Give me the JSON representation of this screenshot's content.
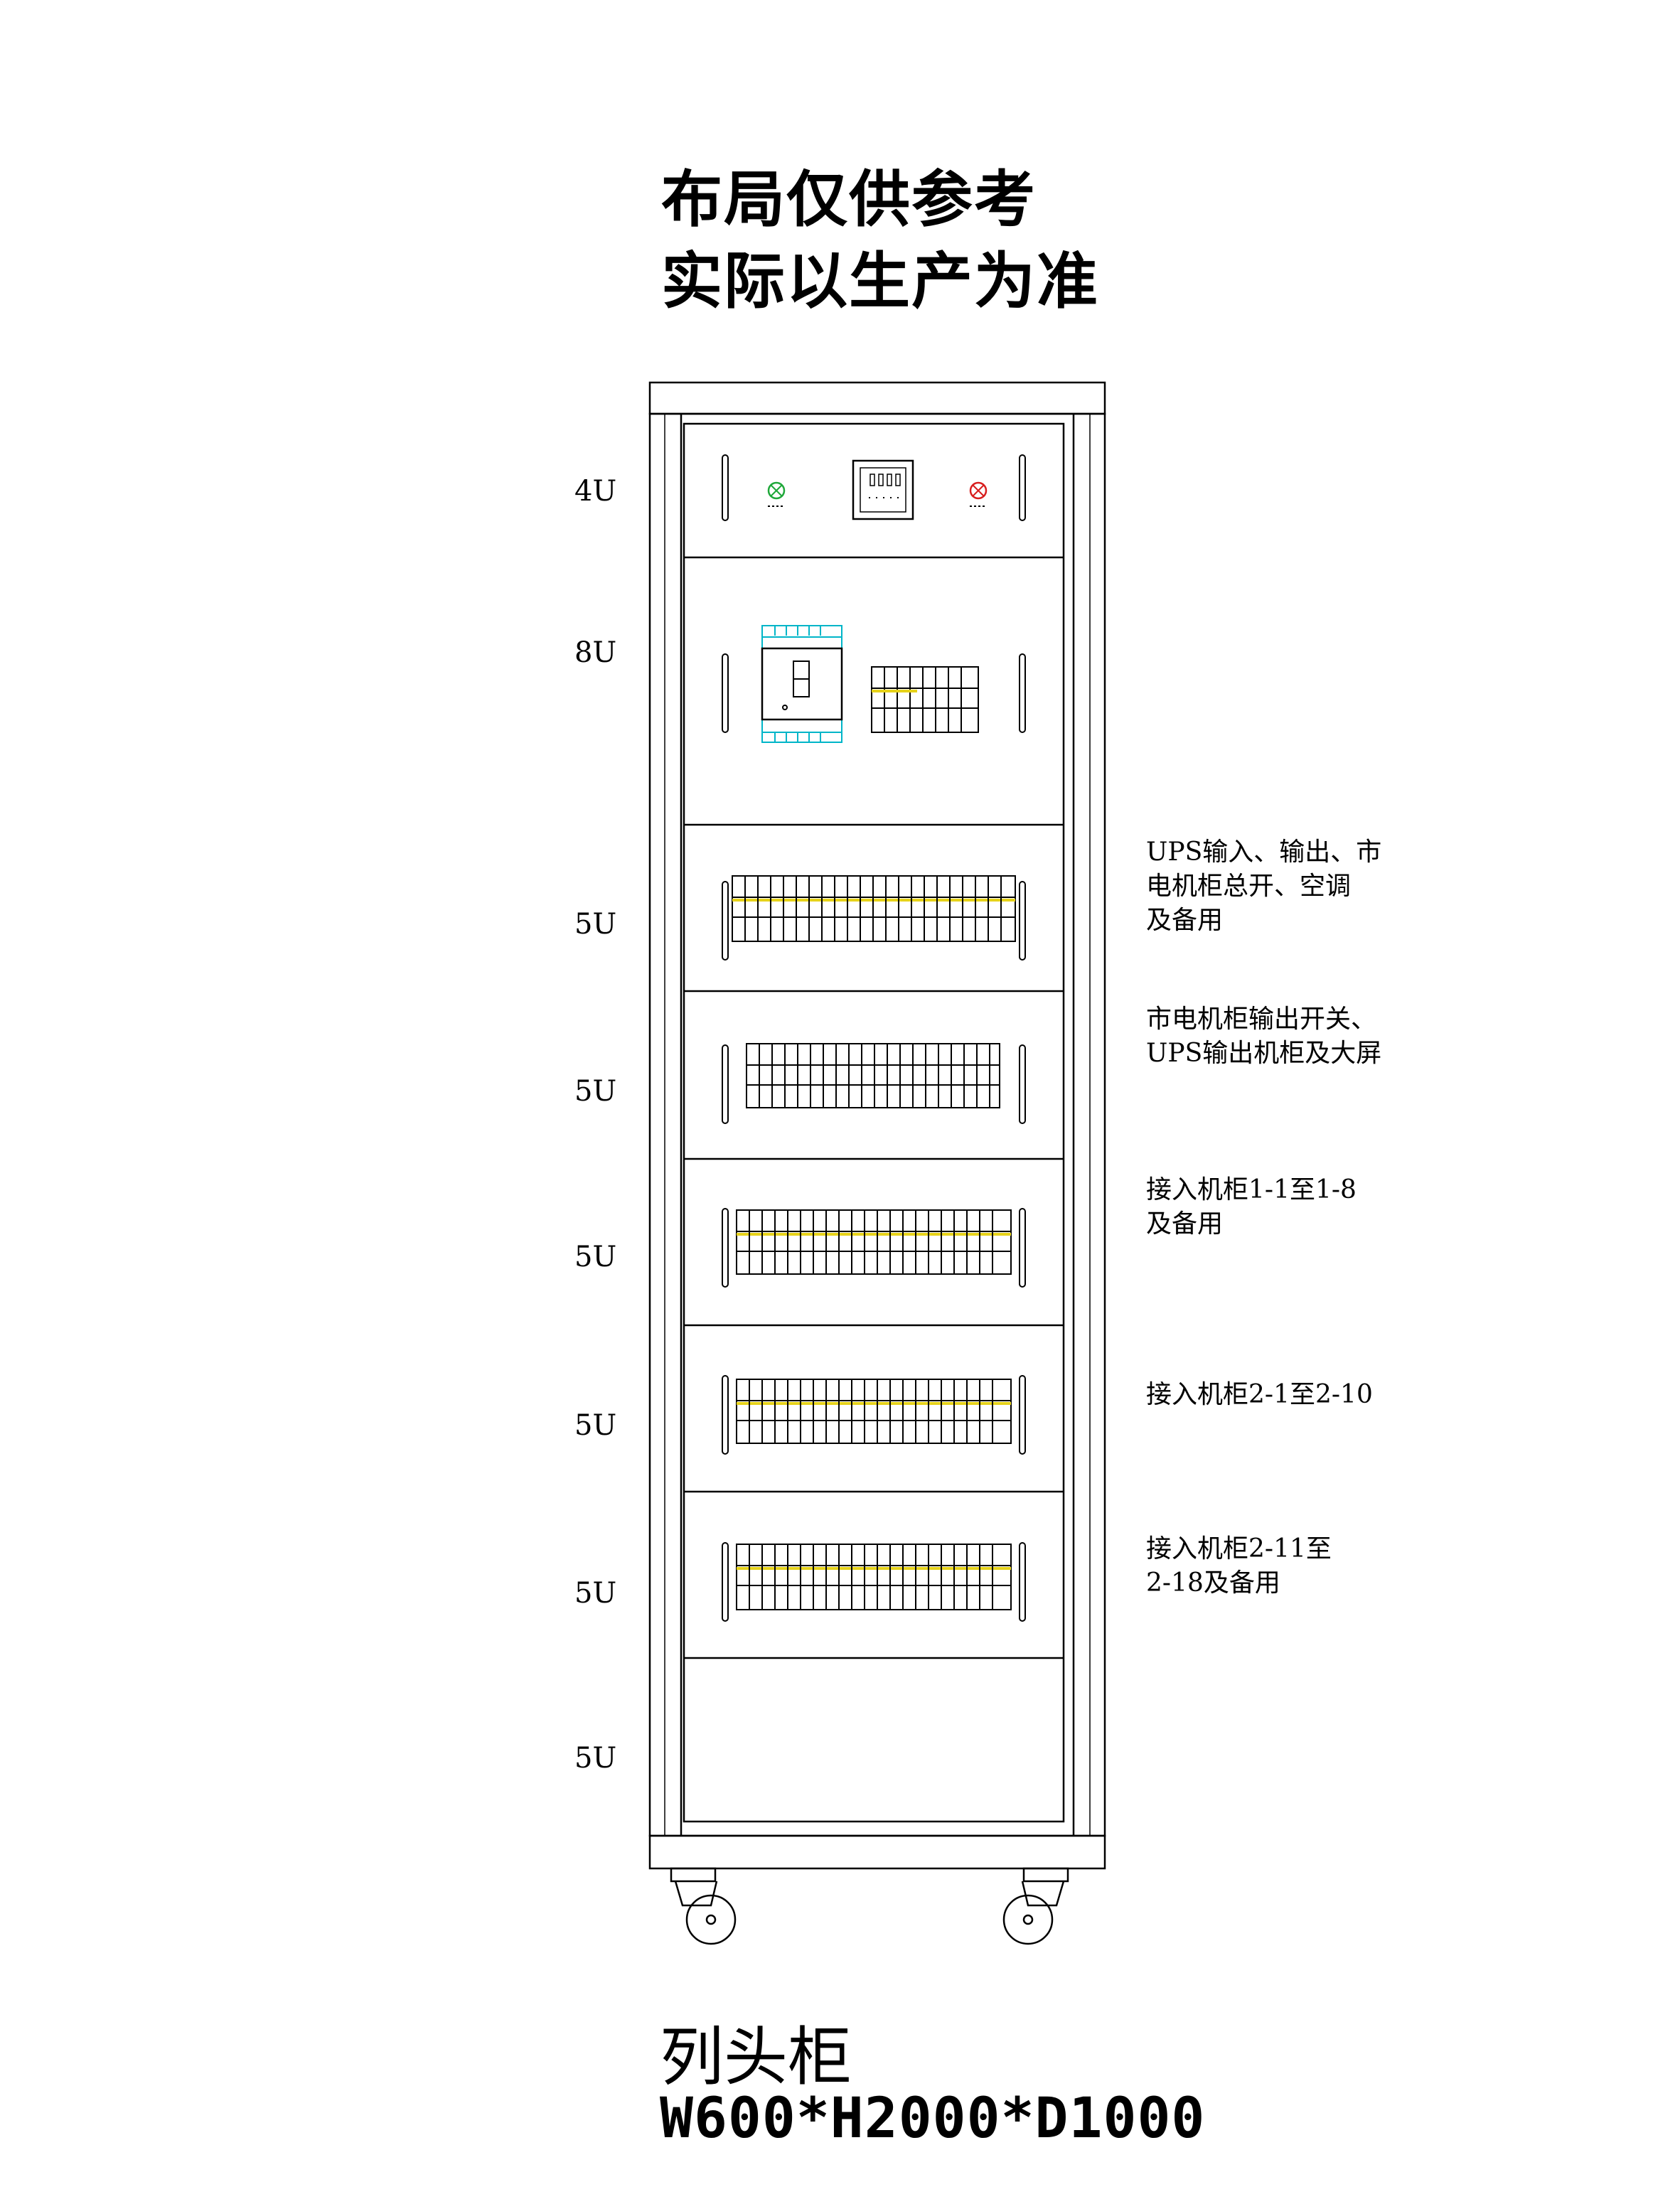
{
  "notice": {
    "line1": "布局仅供参考",
    "line2": "实际以生产为准"
  },
  "cabinet": {
    "name": "列头柜",
    "dimensions": "W600*H2000*D1000",
    "panels": [
      {
        "u_label": "4U",
        "content": "indicator-lights-and-meter",
        "description_lines": []
      },
      {
        "u_label": "8U",
        "content": "main-breaker-and-mcbs",
        "description_lines": []
      },
      {
        "u_label": "5U",
        "content": "breaker-row",
        "description_lines": [
          "UPS输入、输出、市",
          "电机柜总开、空调",
          "及备用"
        ]
      },
      {
        "u_label": "5U",
        "content": "breaker-row",
        "description_lines": [
          "市电机柜输出开关、",
          "UPS输出机柜及大屏"
        ]
      },
      {
        "u_label": "5U",
        "content": "breaker-row",
        "description_lines": [
          "接入机柜1-1至1-8",
          "及备用"
        ]
      },
      {
        "u_label": "5U",
        "content": "breaker-row",
        "description_lines": [
          "接入机柜2-1至2-10"
        ]
      },
      {
        "u_label": "5U",
        "content": "breaker-row",
        "description_lines": [
          "接入机柜2-11至",
          "2-18及备用"
        ]
      },
      {
        "u_label": "5U",
        "content": "blank",
        "description_lines": []
      }
    ]
  },
  "colors": {
    "line": "#000000",
    "indicator_green": "#1fa83a",
    "indicator_red": "#d81e1e",
    "breaker_outline_cyan": "#00b5c8",
    "breaker_accent_yellow": "#e6d21a"
  }
}
